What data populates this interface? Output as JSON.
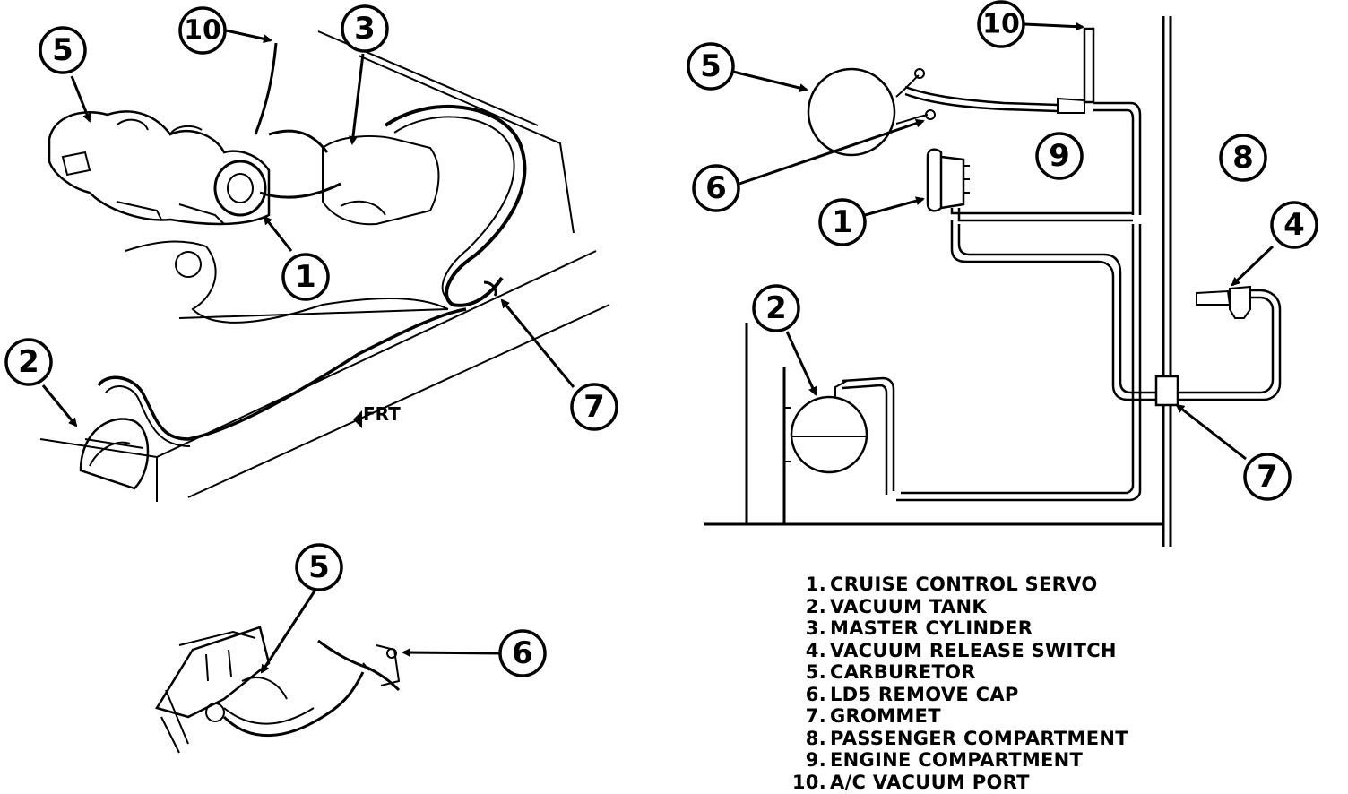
{
  "figure": {
    "callouts": {
      "left_5": "5",
      "left_10": "10",
      "left_3": "3",
      "left_1": "1",
      "left_2": "2",
      "left_7": "7",
      "bottom_5": "5",
      "bottom_6": "6",
      "right_10": "10",
      "right_5": "5",
      "right_9": "9",
      "right_8": "8",
      "right_6": "6",
      "right_1": "1",
      "right_4": "4",
      "right_2": "2",
      "right_7": "7"
    },
    "front_marker": "FRT"
  },
  "legend": {
    "items": [
      {
        "num": "1.",
        "label": "CRUISE CONTROL SERVO"
      },
      {
        "num": "2.",
        "label": "VACUUM TANK"
      },
      {
        "num": "3.",
        "label": "MASTER CYLINDER"
      },
      {
        "num": "4.",
        "label": "VACUUM RELEASE SWITCH"
      },
      {
        "num": "5.",
        "label": "CARBURETOR"
      },
      {
        "num": "6.",
        "label": "LD5 REMOVE CAP"
      },
      {
        "num": "7.",
        "label": "GROMMET"
      },
      {
        "num": "8.",
        "label": "PASSENGER COMPARTMENT"
      },
      {
        "num": "9.",
        "label": "ENGINE COMPARTMENT"
      },
      {
        "num": "10.",
        "label": "A/C VACUUM PORT"
      }
    ]
  }
}
